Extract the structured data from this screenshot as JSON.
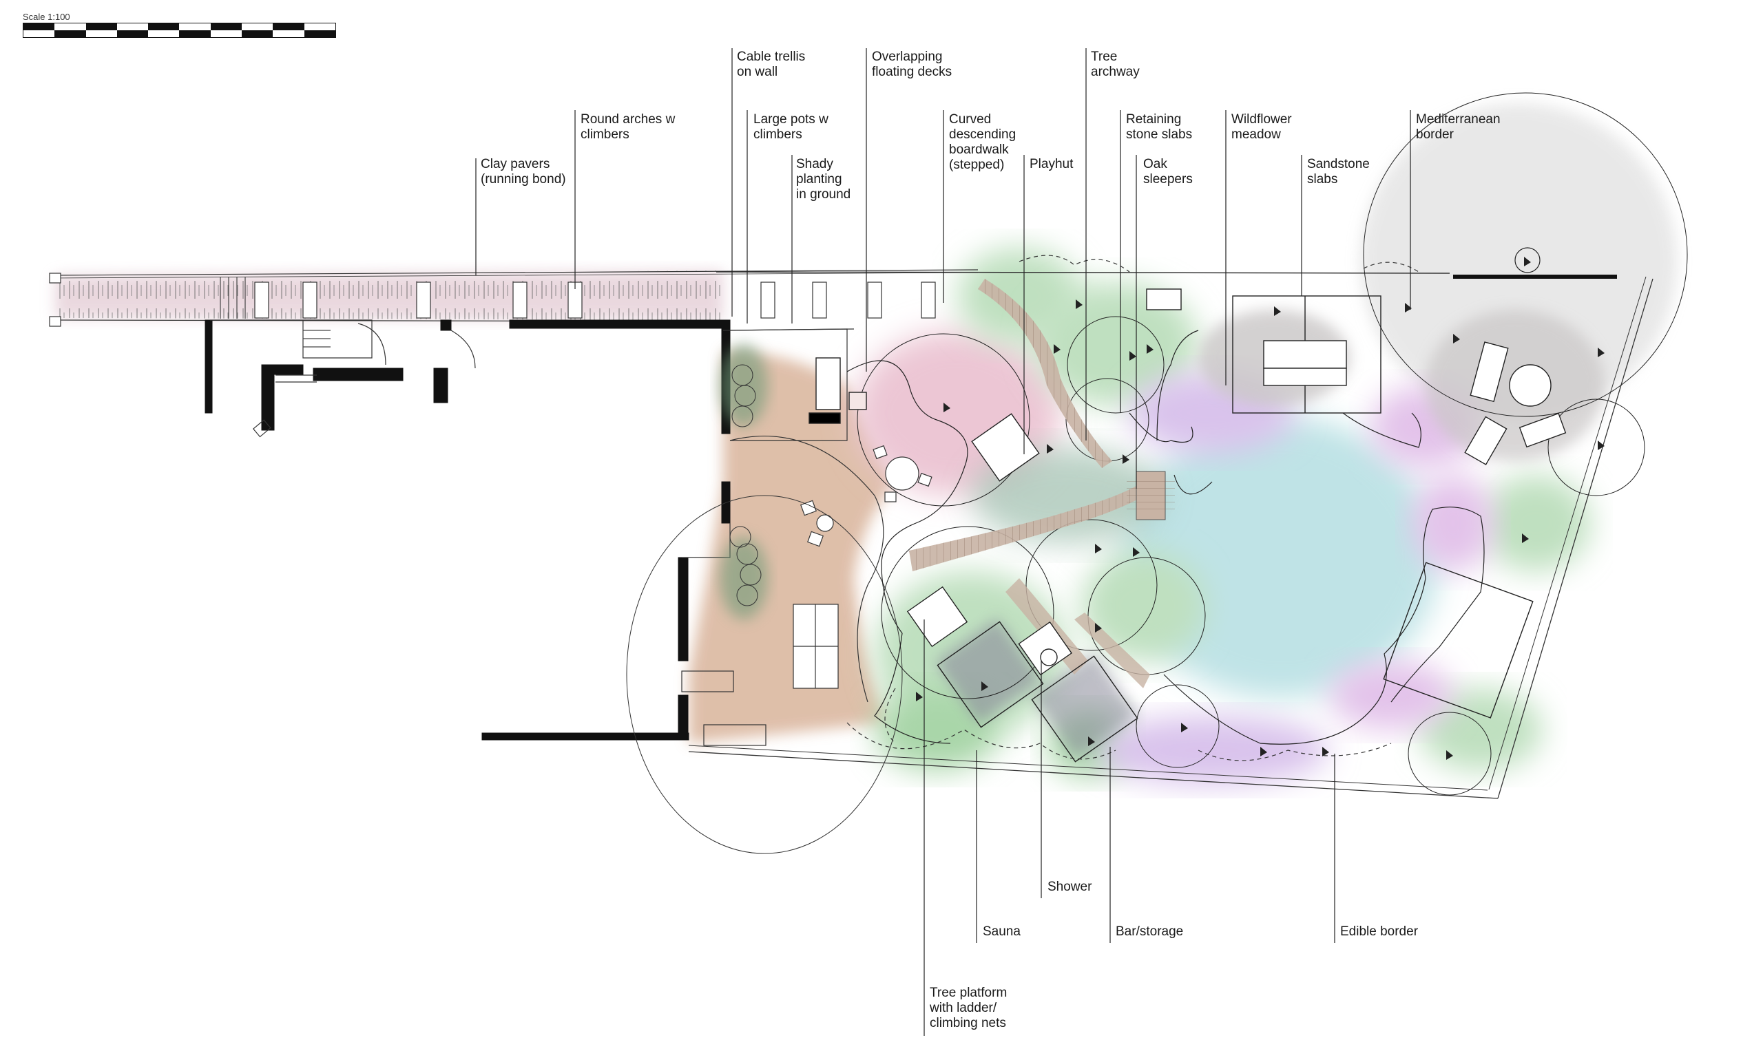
{
  "scale": {
    "label": "Scale 1:100"
  },
  "labels": {
    "clay_pavers": [
      "Clay pavers",
      "(running bond)"
    ],
    "round_arches": [
      "Round arches w",
      "climbers"
    ],
    "cable_trellis": [
      "Cable trellis",
      "on wall"
    ],
    "large_pots": [
      "Large pots w",
      "climbers"
    ],
    "shady_planting": [
      "Shady",
      "planting",
      "in ground"
    ],
    "floating_decks": [
      "Overlapping",
      "floating decks"
    ],
    "boardwalk": [
      "Curved",
      "descending",
      "boardwalk",
      "(stepped)"
    ],
    "playhut": [
      "Playhut"
    ],
    "tree_archway": [
      "Tree",
      "archway"
    ],
    "retaining_slabs": [
      "Retaining",
      "stone slabs"
    ],
    "oak_sleepers": [
      "Oak",
      "sleepers"
    ],
    "wildflower_meadow": [
      "Wildflower",
      "meadow"
    ],
    "sandstone_slabs": [
      "Sandstone",
      "slabs"
    ],
    "mediterranean_border": [
      "Mediterranean",
      "border"
    ],
    "shower": [
      "Shower"
    ],
    "sauna": [
      "Sauna"
    ],
    "bar_storage": [
      "Bar/storage"
    ],
    "edible_border": [
      "Edible border"
    ],
    "tree_platform": [
      "Tree platform",
      "with ladder/",
      "climbing nets"
    ]
  },
  "colors": {
    "ink": "#1a1a1a",
    "pond": "#bfe3e6",
    "patio": "#d9b49b",
    "lawn_pink": "#ecc6d4",
    "planting_green": "#bfe0c0",
    "lilac": "#d9c3ec",
    "stone_grey": "#c9c6c6",
    "deck": "#c8b3a4"
  }
}
